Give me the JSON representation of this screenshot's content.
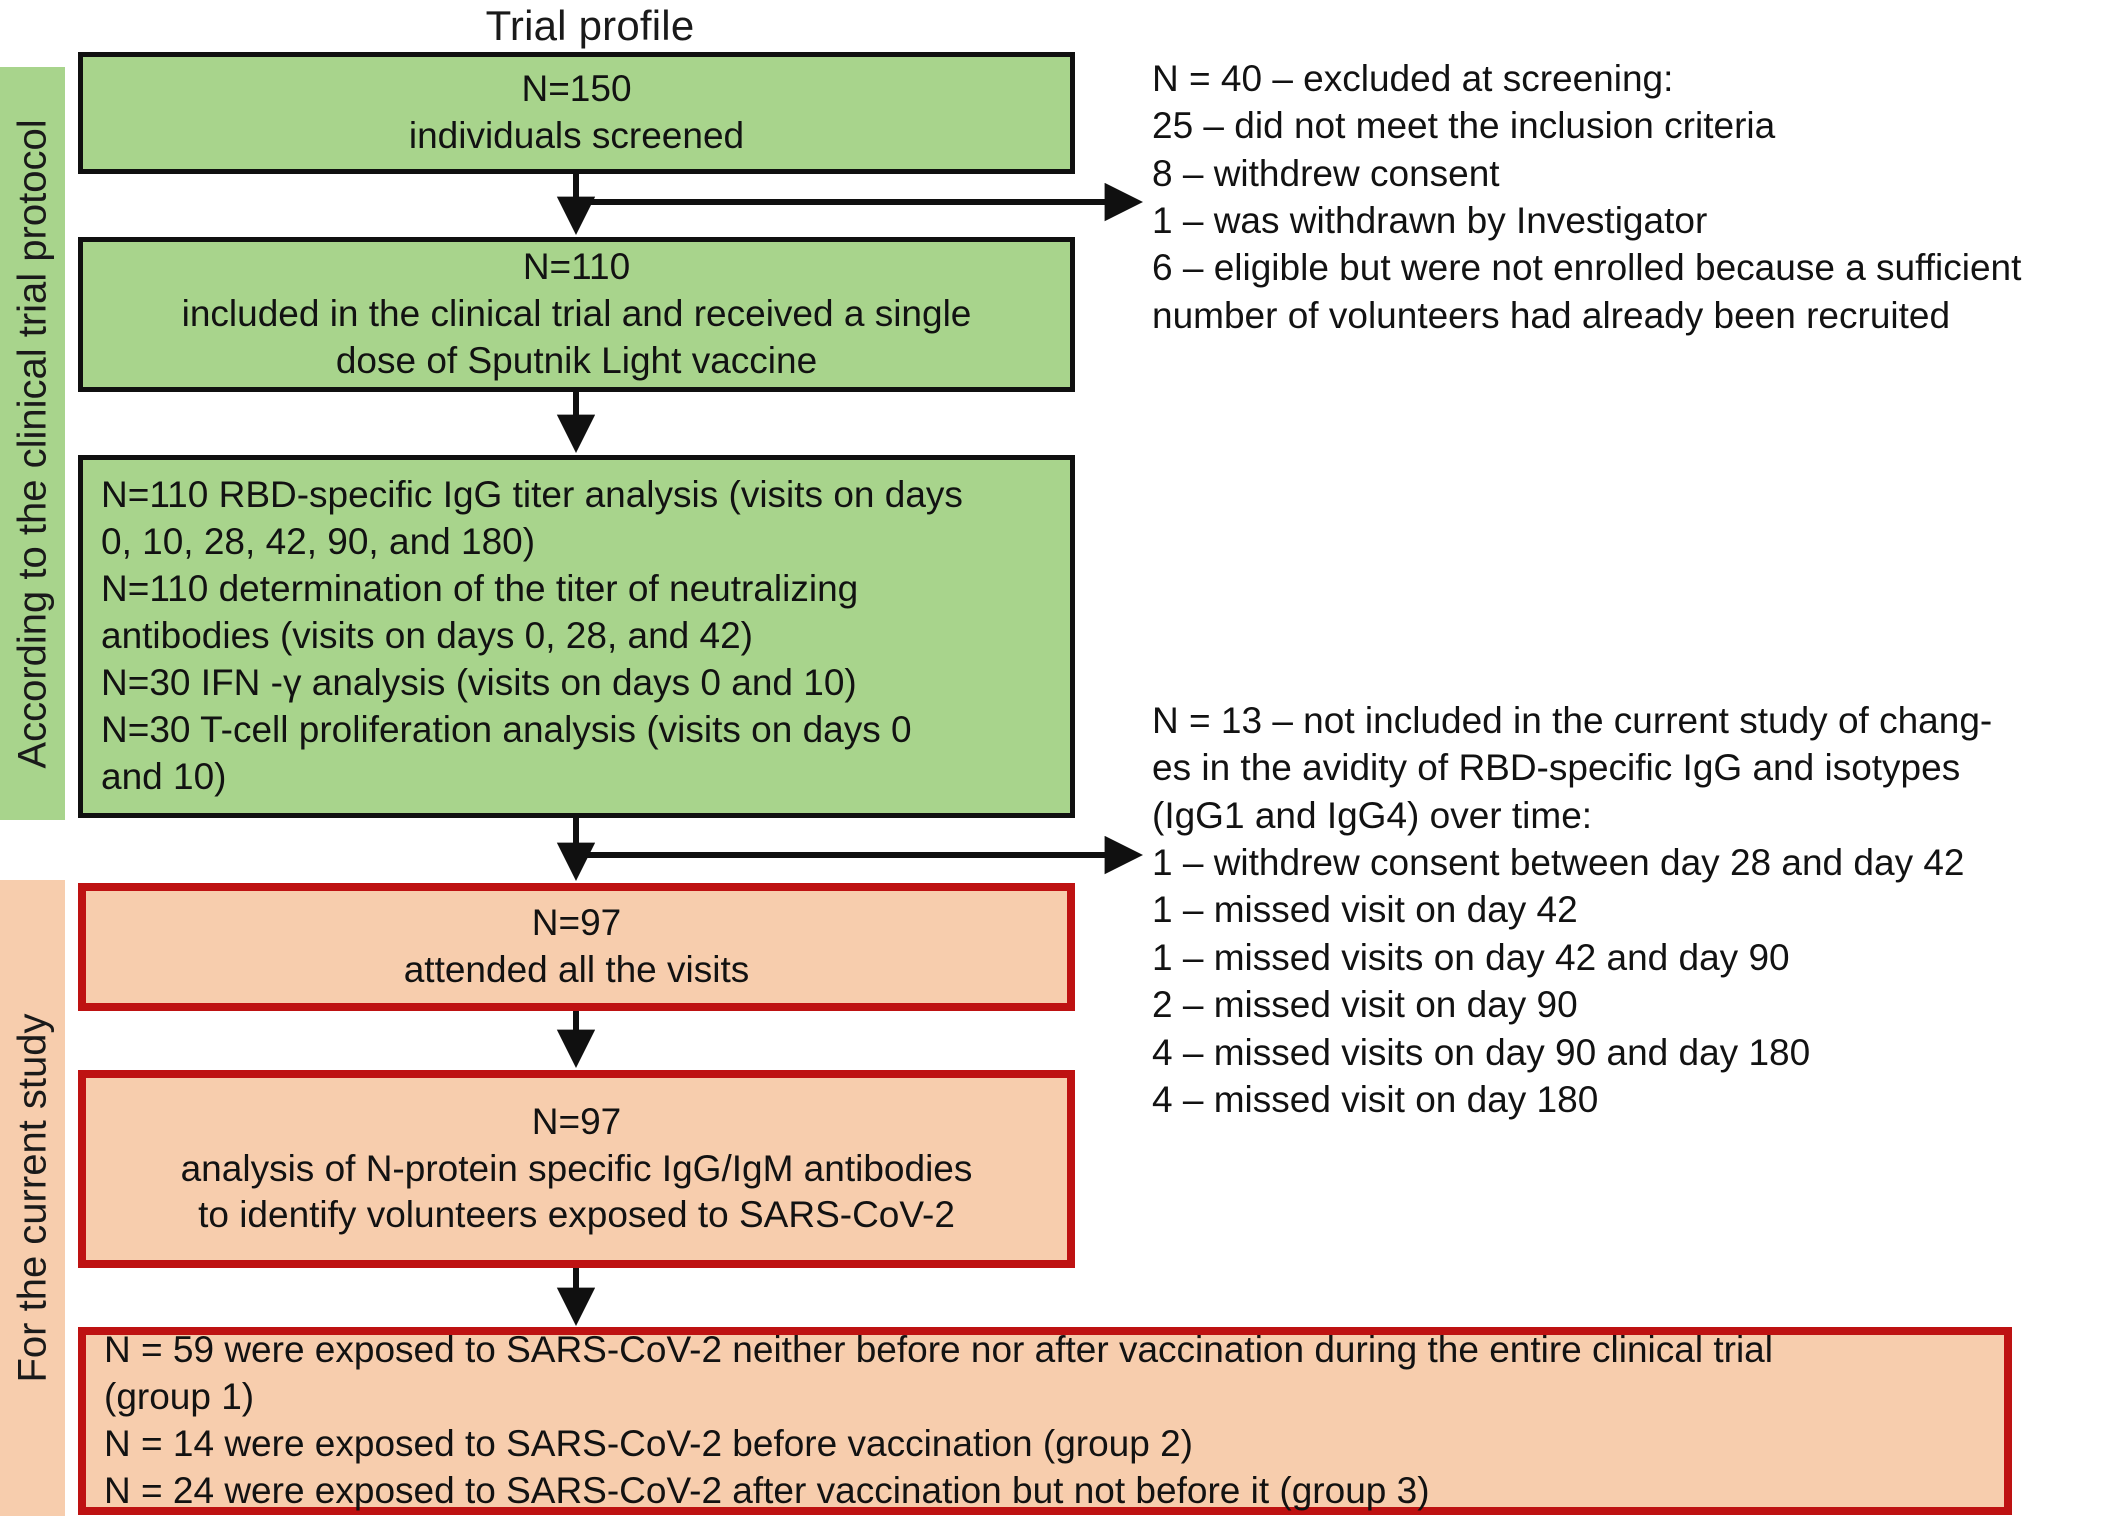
{
  "figure": {
    "title": "Trial profile"
  },
  "bands": {
    "protocol_label": "According to the clinical trial protocol",
    "current_study_label": "For the current study"
  },
  "colors": {
    "green_fill": "#a8d48c",
    "green_border": "#101010",
    "orange_fill": "#f7cdad",
    "orange_border": "#be1212",
    "text": "#121212",
    "background": "#ffffff"
  },
  "flow": {
    "screened": {
      "line1": "N=150",
      "line2": "individuals screened"
    },
    "included": {
      "line1": "N=110",
      "line2": "included in the clinical trial and received a single",
      "line3": "dose of Sputnik Light vaccine"
    },
    "analysis": {
      "line1": "N=110 RBD-specific IgG titer analysis (visits on days",
      "line2": "0, 10, 28, 42, 90, and 180)",
      "line3": "N=110 determination of the titer of neutralizing",
      "line4": "antibodies (visits on days 0, 28, and 42)",
      "line5": "N=30 IFN -γ analysis (visits on days 0 and 10)",
      "line6": "N=30 T-cell proliferation analysis (visits on days 0",
      "line7": "and 10)"
    },
    "attended": {
      "line1": "N=97",
      "line2": "attended all the visits"
    },
    "nprotein": {
      "line1": "N=97",
      "line2": "analysis of N-protein specific IgG/IgM antibodies",
      "line3": "to identify volunteers exposed to SARS-CoV-2"
    },
    "groups": {
      "line1": "N = 59 were exposed to SARS-CoV-2 neither before nor after vaccination during the entire clinical trial",
      "line2": "(group 1)",
      "line3": "N = 14 were exposed to SARS-CoV-2 before vaccination (group 2)",
      "line4": "N = 24 were exposed to SARS-CoV-2 after vaccination but not before it (group 3)"
    }
  },
  "notes": {
    "screening_exclusions": "N = 40 – excluded at screening:\n25 – did not meet the inclusion criteria\n8 – withdrew consent\n1 – was withdrawn by Investigator\n6 – eligible but were not enrolled because a sufficient\nnumber of volunteers had already been recruited",
    "not_included_13": "N = 13 – not included in the current study of chang-\nes in the avidity of RBD-specific IgG and isotypes\n(IgG1 and IgG4) over time:\n1 – withdrew consent between day 28 and day 42\n1 – missed visit on day 42\n1 – missed visits on day 42 and day 90\n2 – missed visit on day 90\n4 – missed visits on day 90 and day 180\n4 – missed visit on day 180"
  },
  "chart_data": {
    "type": "table",
    "title": "Trial profile",
    "categories": [
      "screened",
      "included",
      "analysis",
      "attended",
      "nprotein",
      "group 1",
      "group 2",
      "group 3",
      "excluded at screening",
      "not included in current study"
    ],
    "values": [
      150,
      110,
      110,
      97,
      97,
      59,
      14,
      24,
      40,
      13
    ]
  }
}
